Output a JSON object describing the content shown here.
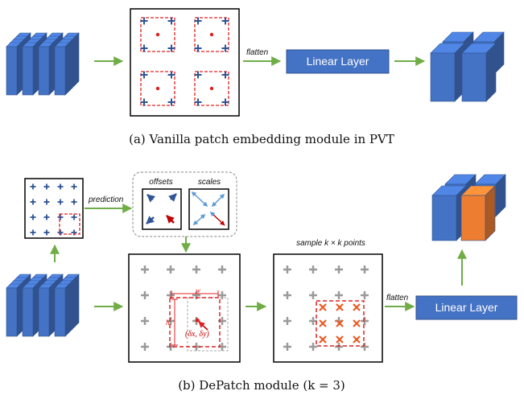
{
  "panel_a": {
    "flatten_label": "flatten",
    "linear_layer_label": "Linear Layer",
    "caption": "(a)  Vanilla patch embedding module in PVT"
  },
  "panel_b": {
    "prediction_label": "prediction",
    "offsets_label": "offsets",
    "scales_label": "scales",
    "w_label": "w",
    "h_label": "h",
    "delta_label": "(δx, δy)",
    "sample_label": "sample k × k points",
    "flatten_label": "flatten",
    "linear_layer_label": "Linear Layer",
    "caption": "(b)  DePatch module (k = 3)"
  },
  "colors": {
    "cube_blue": "#4472c4",
    "cube_orange": "#ed7d31",
    "arrow_green": "#70ad47",
    "dash_red": "#e02020",
    "plus_blue": "#2f5597",
    "plus_grey": "#9a9a9a",
    "cross_orange": "#ed5a24"
  }
}
